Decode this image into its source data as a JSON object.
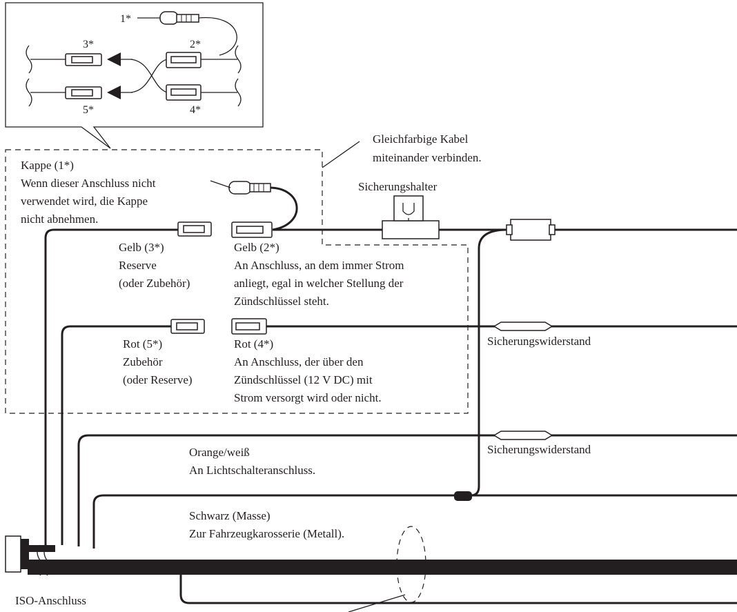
{
  "inset": {
    "mark_1": "1*",
    "mark_2": "2*",
    "mark_3": "3*",
    "mark_4": "4*",
    "mark_5": "5*"
  },
  "notes": {
    "same_color": [
      "Gleichfarbige Kabel",
      "miteinander verbinden."
    ]
  },
  "cap": {
    "title": "Kappe (1*)",
    "lines": [
      "Wenn dieser Anschluss nicht",
      "verwendet wird, die Kappe",
      "nicht abnehmen."
    ]
  },
  "fuse_holder": "Sicherungshalter",
  "yellow_3": [
    "Gelb (3*)",
    "Reserve",
    "(oder Zubehör)"
  ],
  "yellow_2": [
    "Gelb (2*)",
    "An Anschluss, an dem immer Strom",
    "anliegt, egal in welcher Stellung der",
    "Zündschlüssel steht."
  ],
  "red_5": [
    "Rot (5*)",
    "Zubehör",
    "(oder Reserve)"
  ],
  "red_4": [
    "Rot (4*)",
    "An Anschluss, der über den",
    "Zündschlüssel (12 V DC) mit",
    "Strom versorgt wird oder nicht."
  ],
  "fuse_resistor_1": "Sicherungswiderstand",
  "fuse_resistor_2": "Sicherungswiderstand",
  "orange_white": [
    "Orange/weiß",
    "An Lichtschalteranschluss."
  ],
  "black_ground": [
    "Schwarz (Masse)",
    "Zur Fahrzeugkarosserie (Metall)."
  ],
  "iso_connector": "ISO-Anschluss"
}
